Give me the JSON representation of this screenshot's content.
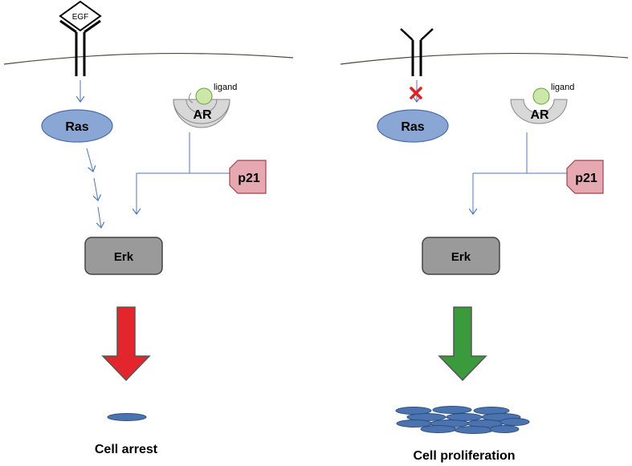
{
  "panels": [
    {
      "id": "left",
      "ligand_receptor_label": "EGF",
      "ras_label": "Ras",
      "ar_label": "AR",
      "ligand_label": "ligand",
      "p21_label": "p21",
      "erk_label": "Erk",
      "outcome_label": "Cell arrest",
      "signal_blocked": false,
      "outcome_arrow_color": "#e3262b",
      "cell_count": "few"
    },
    {
      "id": "right",
      "ligand_receptor_label": "",
      "ras_label": "Ras",
      "ar_label": "AR",
      "ligand_label": "ligand",
      "p21_label": "p21",
      "erk_label": "Erk",
      "outcome_label": "Cell proliferation",
      "signal_blocked": true,
      "outcome_arrow_color": "#3a9a3c",
      "cell_count": "many"
    }
  ],
  "colors": {
    "membrane": "#4a4a3a",
    "ras_fill": "#8aa6d4",
    "ras_stroke": "#4a6fa8",
    "ar_fill": "#d8d8d8",
    "ligand_fill": "#cbe8a8",
    "p21_fill": "#e6a9b1",
    "p21_stroke": "#a0434e",
    "erk_fill": "#9a9a9a",
    "arrow_line": "#4f79b8",
    "block_mark": "#e02020",
    "cell_fill": "#4a73b0",
    "cell_stroke": "#2f4f80"
  }
}
